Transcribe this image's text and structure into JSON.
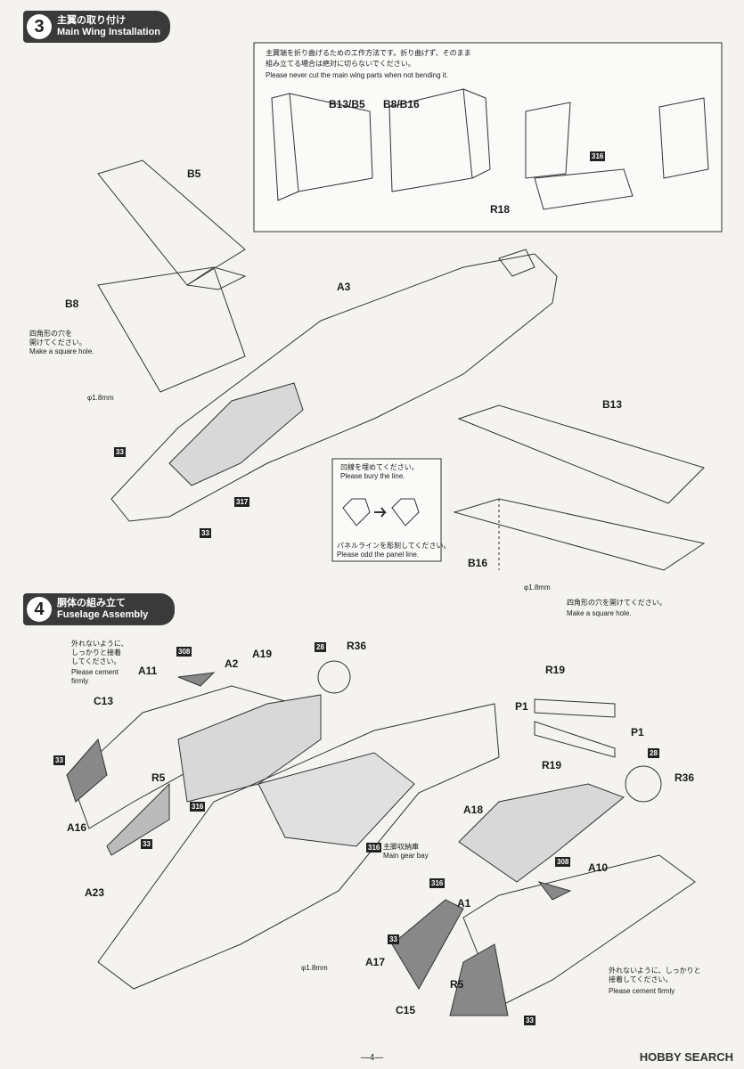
{
  "step3": {
    "number": "3",
    "title_jp": "主翼の取り付け",
    "title_en": "Main Wing Installation",
    "inset_note_jp1": "主翼端を折り曲げるための工作方法です。折り曲げず、そのまま",
    "inset_note_jp2": "組み立てる場合は絶対に切らないでください。",
    "inset_note_en": "Please never cut the main wing parts when not bending it.",
    "inset_labels": [
      "B13/B5",
      "B8/B16",
      "R18",
      "316"
    ],
    "square_hole_jp": "四角形の穴を\n開けてください。",
    "square_hole_en": "Make a square hole.",
    "drill_size": "φ1.8mm",
    "square_hole2_jp": "四角形の穴を開けてください。",
    "square_hole2_en": "Make a square hole.",
    "bury_jp": "凹線を埋めてください。",
    "bury_en": "Please bury the line.",
    "panel_jp": "パネルラインを彫刻してください。",
    "panel_en": "Please odd the panel line.",
    "parts": [
      "B5",
      "B8",
      "A3",
      "B13",
      "B16"
    ],
    "paint": [
      "33",
      "33",
      "317"
    ]
  },
  "step4": {
    "number": "4",
    "title_jp": "胴体の組み立て",
    "title_en": "Fuselage Assembly",
    "cement_jp": "外れないように、\nしっかりと接着\nしてください。",
    "cement_en": "Please cement\nfirmly",
    "cement2_jp": "外れないように、しっかりと\n接着してください。",
    "cement2_en": "Please cement firmly",
    "gear_bay_jp": "主脚収納庫",
    "gear_bay_en": "Main gear bay",
    "drill_size": "φ1.8mm",
    "parts": [
      "A11",
      "A2",
      "A19",
      "R36",
      "C13",
      "R5",
      "A16",
      "A23",
      "R19",
      "P1",
      "P1",
      "R19",
      "R36",
      "A18",
      "A10",
      "A1",
      "A17",
      "R5",
      "C15"
    ],
    "paint": [
      "308",
      "28",
      "33",
      "316",
      "33",
      "316",
      "28",
      "308",
      "316",
      "33",
      "33"
    ]
  },
  "footer": {
    "page": "—4—",
    "brand": "HOBBY SEARCH"
  }
}
